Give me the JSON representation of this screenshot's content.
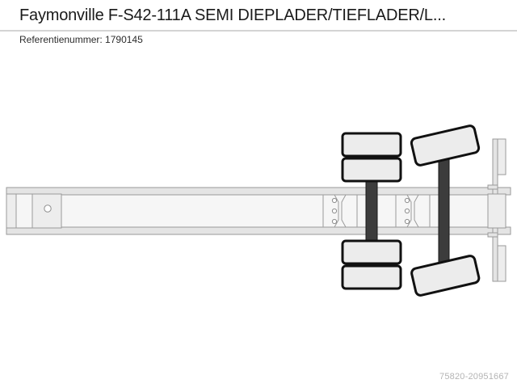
{
  "header": {
    "title": "Faymonville F-S42-111A SEMI DIEPLADER/TIEFLADER/L...",
    "reference_label_value": "Referentienummer: 1790145"
  },
  "footer": {
    "watermark": "75820-20951667"
  },
  "illustration": {
    "name": "semi-lowloader-trailer-top-view",
    "description": "Technical top-view line drawing of a Faymonville semi low-loader trailer chassis with two axles; rear axle wheels shown steered.",
    "colors": {
      "outline": "#555555",
      "frame_fill": "#f4f4f4",
      "frame_fill_alt": "#eaeaea",
      "axle_beam": "#3a3a3a",
      "tire_fill": "#ebebeb",
      "tire_outline": "#111111",
      "rail_fill": "#e2e2e2",
      "hole_outline": "#8a8a8a",
      "background": "#ffffff"
    },
    "parts": [
      {
        "name": "kingpin-plate",
        "holes": 1
      },
      {
        "name": "main-frame-rail-top"
      },
      {
        "name": "main-frame-rail-bottom"
      },
      {
        "name": "suspension-bracket-front",
        "holes": 3
      },
      {
        "name": "suspension-bracket-rear",
        "holes": 3
      },
      {
        "name": "axle-front",
        "steered": false,
        "tires_per_side": 2
      },
      {
        "name": "axle-rear",
        "steered": true,
        "tires_per_side": 1
      },
      {
        "name": "rear-end-crossmember"
      },
      {
        "name": "rear-bumper-left"
      },
      {
        "name": "rear-bumper-right"
      }
    ]
  }
}
